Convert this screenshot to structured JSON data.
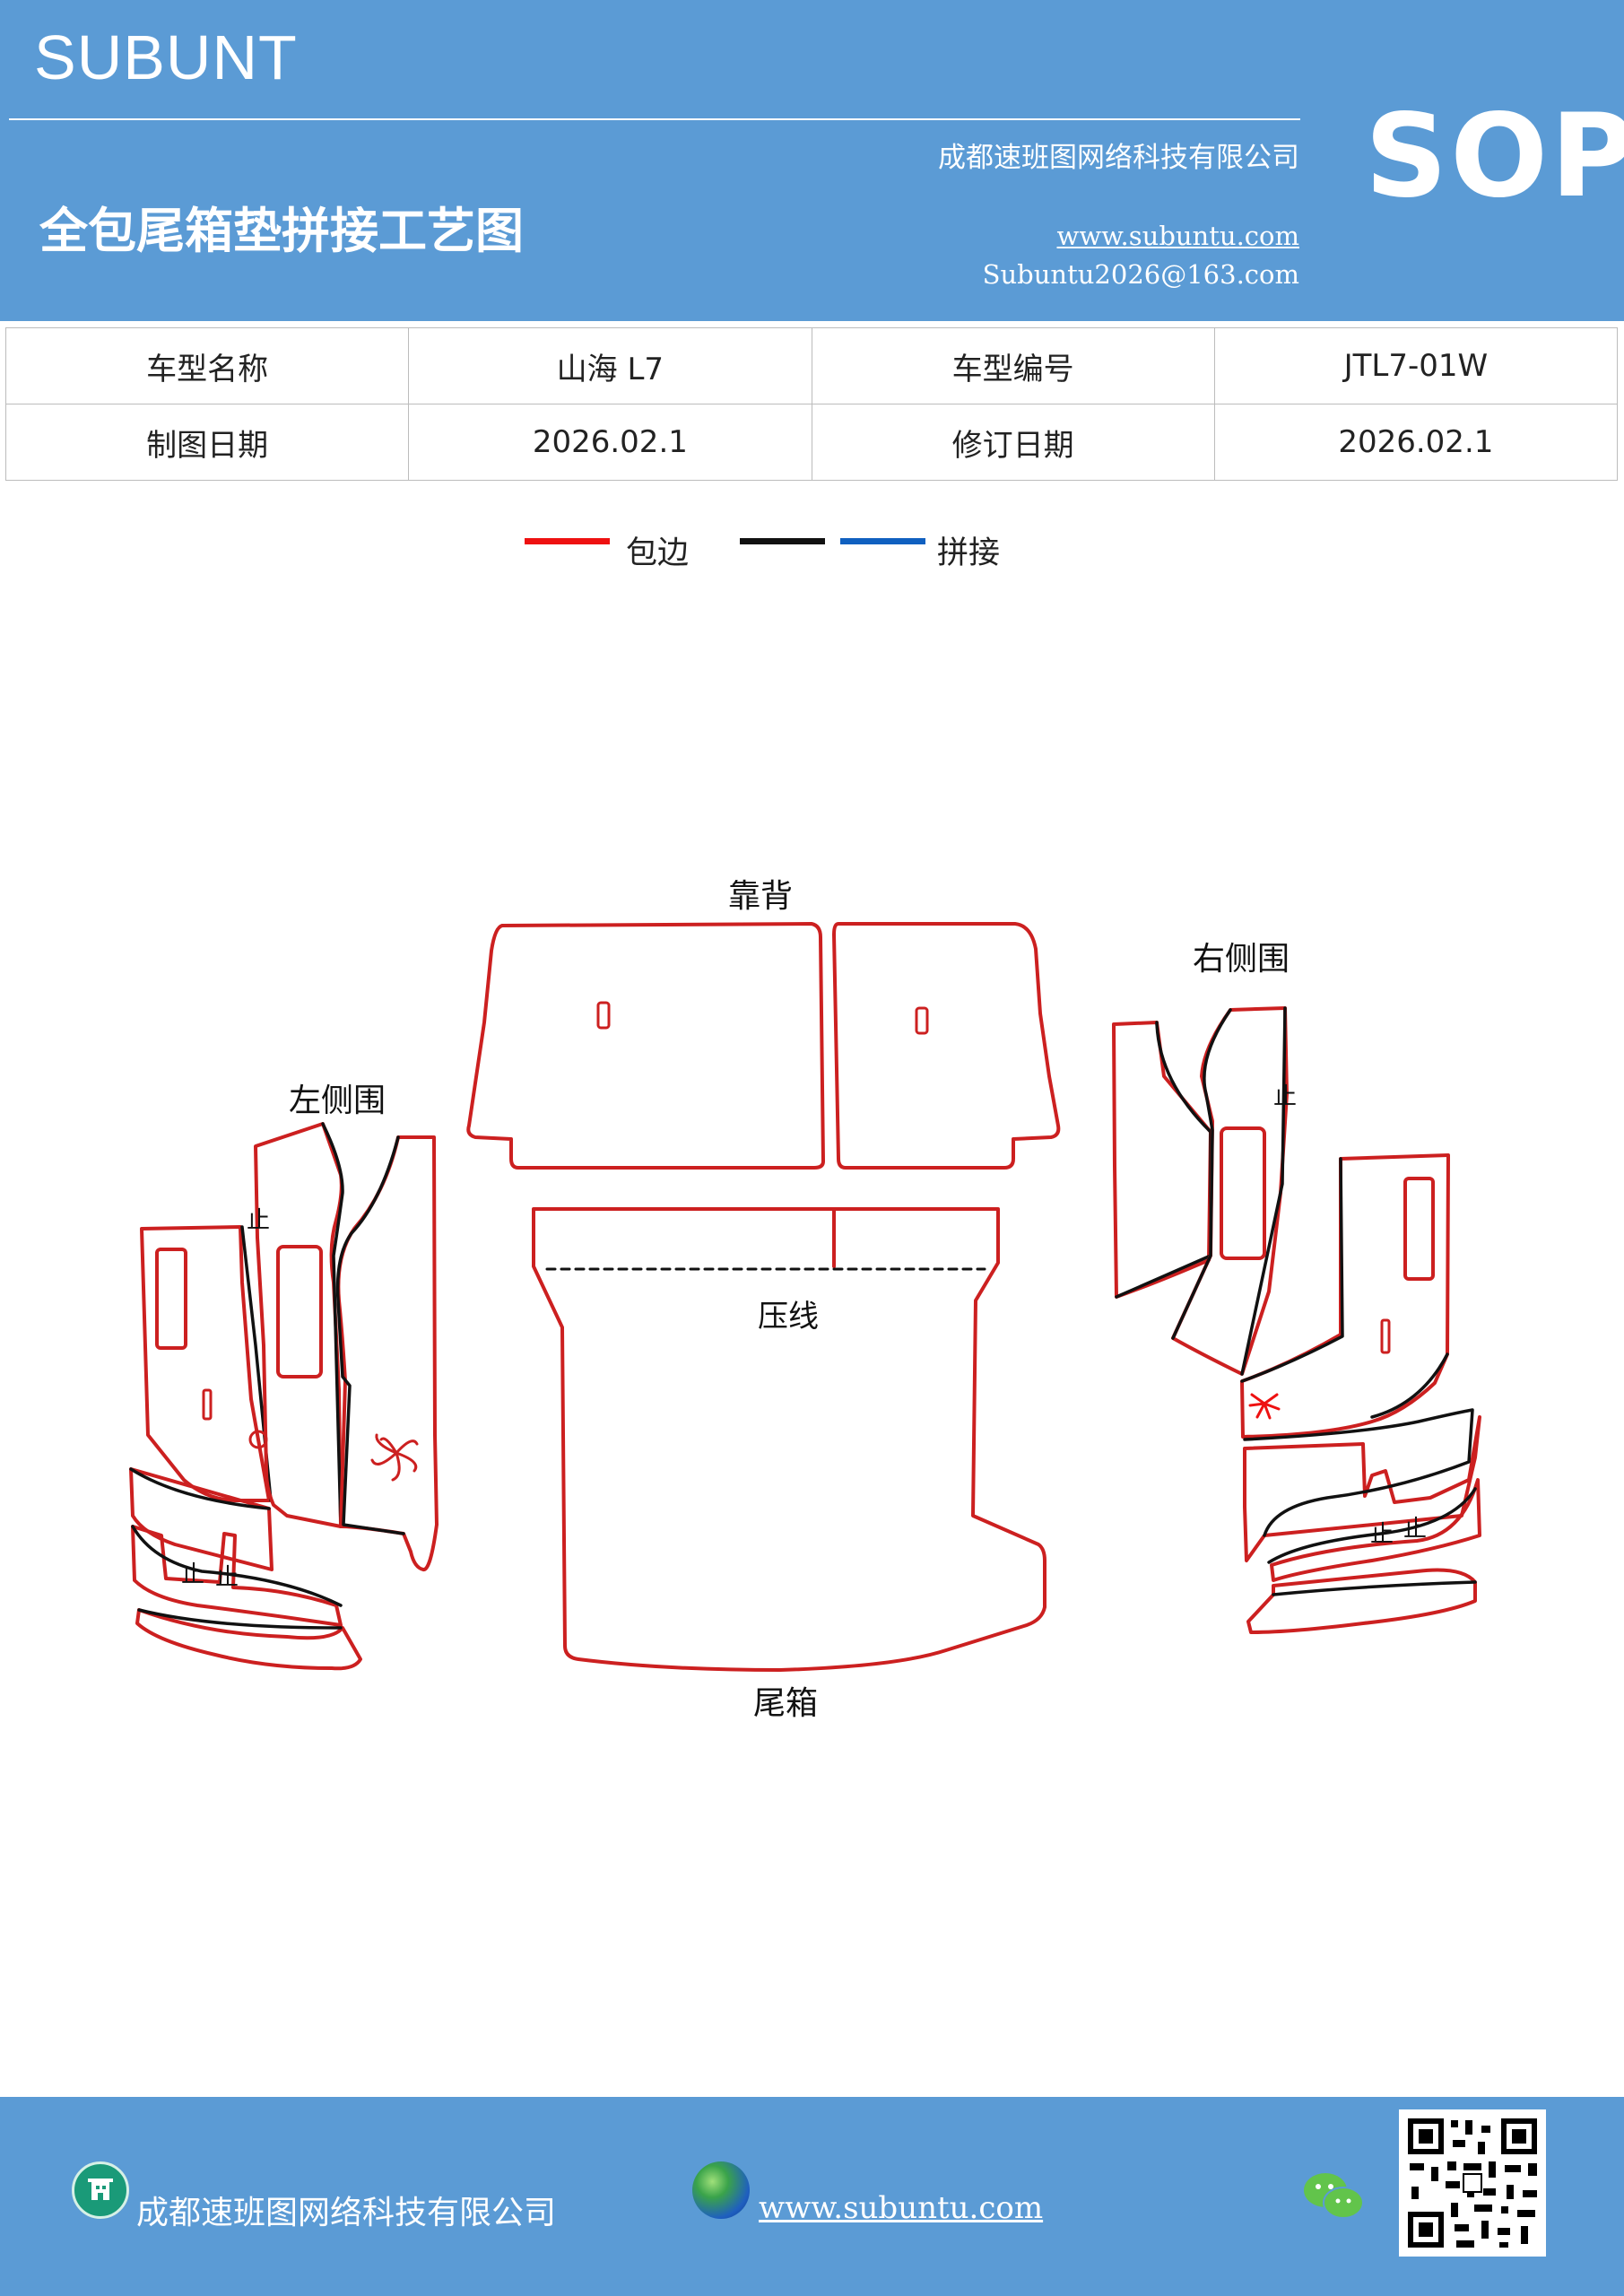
{
  "header": {
    "brand": "SUBUNT",
    "company": "成都速班图网络科技有限公司",
    "title": "全包尾箱垫拼接工艺图",
    "url": "www.subuntu.com",
    "email": "Subuntu2026@163.com",
    "sop": "SOP",
    "color": "#5b9bd5"
  },
  "info_table": {
    "rows": [
      [
        "车型名称",
        "山海 L7",
        "车型编号",
        "JTL7-01W"
      ],
      [
        "制图日期",
        "2026.02.1",
        "修订日期",
        "2026.02.1"
      ]
    ]
  },
  "legend": {
    "items": [
      {
        "label": "包边",
        "colors": [
          "#ee1111"
        ]
      },
      {
        "label": "拼接",
        "colors": [
          "#111111",
          "#1060c0"
        ]
      }
    ]
  },
  "diagram": {
    "labels": {
      "backrest": "靠背",
      "right_side": "右侧围",
      "left_side": "左侧围",
      "press_line": "压线",
      "trunk": "尾箱"
    },
    "stop_mark": "止",
    "edge_color": "#cc2020",
    "seam_color": "#111111"
  },
  "footer": {
    "company": "成都速班图网络科技有限公司",
    "url": "www.subuntu.com",
    "icons": [
      "building-icon",
      "globe-icon",
      "wechat-icon",
      "qr-code"
    ]
  }
}
